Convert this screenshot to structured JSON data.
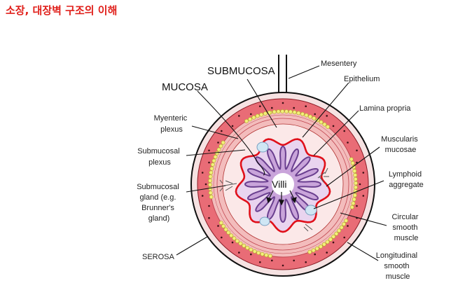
{
  "page_title": "소장, 대장벽 구조의 이해",
  "colors": {
    "title": "#e0201b",
    "serosa": "#f6e2e2",
    "muscle_longitudinal": "#e96c76",
    "muscle_circular": "#f3bcbc",
    "submucosa": "#fbe8e8",
    "mucosa_line": "#e0101a",
    "villi_fill": "#c9a4da",
    "villi_outline": "#6a3f8f",
    "lumen": "#ffffff",
    "plexus": "#f2f07a"
  },
  "labels": {
    "mesentery": "Mesentery",
    "submucosa": "SUBMUCOSA",
    "epithelium": "Epithelium",
    "mucosa": "MUCOSA",
    "lamina_propria": "Lamina propria",
    "myenteric_plexus": [
      "Myenteric",
      "plexus"
    ],
    "muscularis_mucosae": [
      "Muscularis",
      "mucosae"
    ],
    "submucosal_plexus": [
      "Submucosal",
      "plexus"
    ],
    "lymphoid_aggregate": [
      "Lymphoid",
      "aggregate"
    ],
    "submucosal_gland": [
      "Submucosal",
      "gland (e.g.",
      "Brunner's",
      "gland)"
    ],
    "villi": "Villi",
    "circular_smooth_muscle": [
      "Circular",
      "smooth",
      "muscle"
    ],
    "serosa": "SEROSA",
    "longitudinal_smooth_muscle": [
      "Longitudinal",
      "smooth",
      "muscle"
    ]
  }
}
